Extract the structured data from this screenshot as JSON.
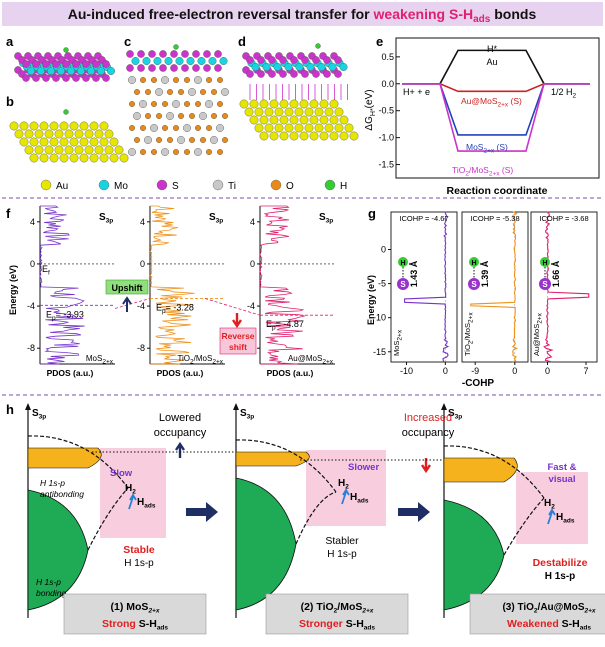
{
  "header": {
    "title_main": "Au-induced free-electron reversal transfer for ",
    "title_highlight": "weakening S-H",
    "title_sub": "ads",
    "title_end": " bonds"
  },
  "panel_labels": {
    "a": "a",
    "b": "b",
    "c": "c",
    "d": "d",
    "e": "e",
    "f": "f",
    "g": "g",
    "h": "h"
  },
  "legend": [
    {
      "name": "Au",
      "color": "#e6e600"
    },
    {
      "name": "Mo",
      "color": "#19d4e0"
    },
    {
      "name": "S",
      "color": "#cc33cc"
    },
    {
      "name": "Ti",
      "color": "#c8c8c8"
    },
    {
      "name": "O",
      "color": "#e88a1a"
    },
    {
      "name": "H",
      "color": "#33cc33"
    }
  ],
  "panel_e": {
    "ylabel": "ΔG",
    "ylabel_sub": "H*",
    "ylabel_unit": "(eV)",
    "xlabel": "Reaction coordinate",
    "left_state": "H",
    "left_state_sup": "+",
    "left_state_end": " + e",
    "right_state": "1/2 H",
    "right_state_sub": "2",
    "ticks": [
      "0.5",
      "0.0",
      "-0.5",
      "-1.0",
      "-1.5"
    ],
    "ylim": [
      -1.75,
      0.85
    ],
    "curves": [
      {
        "name": "Au",
        "intermediate": 0.62,
        "color": "#111111"
      },
      {
        "name": "Au@MoS2+x (S)",
        "intermediate": -0.14,
        "color": "#cc2222"
      },
      {
        "name": "MoS2+x (S)",
        "intermediate": -0.95,
        "color": "#2244bb"
      },
      {
        "name": "TiO2/MoS2+x (S)",
        "intermediate": -1.25,
        "color": "#cc33cc"
      }
    ],
    "label_H": "H",
    "label_H_sup": "*",
    "label_Au": "Au",
    "label_AuMoS": "Au@MoS",
    "label_AuMoS_sub": "2+x",
    "label_AuMoS_end": " (S)",
    "label_MoS": "MoS",
    "label_MoS_sub": "2+x",
    "label_MoS_end": " (S)",
    "label_TiO": "TiO",
    "label_TiO_sub": "2",
    "label_TiO_mid": "/MoS",
    "label_TiO_sub2": "2+x",
    "label_TiO_end": " (S)"
  },
  "panel_f": {
    "ylabel": "Energy (eV)",
    "xlabel": "PDOS (a.u.)",
    "orbital": "S",
    "orbital_sub": "3p",
    "yticks": [
      "4",
      "0",
      "-4",
      "-8"
    ],
    "ylim": [
      -9.5,
      5.5
    ],
    "subpanels": [
      {
        "name": "MoS",
        "name_sub": "2+x",
        "color": "#7733cc",
        "ep_label": "E",
        "ep_sub": "p",
        "ep_value": "= -3.93",
        "ep": -3.93
      },
      {
        "name": "TiO",
        "name_sub": "2",
        "name_mid": "/MoS",
        "name_sub2": "2+x",
        "color": "#f0921a",
        "ep_label": "E",
        "ep_sub": "p",
        "ep_value": "= -3.28",
        "ep": -3.28
      },
      {
        "name": "Au@MoS",
        "name_sub": "2+x",
        "color": "#e0206e",
        "ep_label": "E",
        "ep_sub": "p",
        "ep_value": "= -4.87",
        "ep": -4.87
      }
    ],
    "ef_label": "E",
    "ef_sub": "f",
    "upshift": "Upshift",
    "reverse_line1": "Reverse",
    "reverse_line2": "shift"
  },
  "panel_g": {
    "ylabel": "Energy (eV)",
    "xlabel": "-COHP",
    "yticks": [
      "0",
      "-5",
      "-10",
      "-15"
    ],
    "ylim": [
      -16.5,
      5.5
    ],
    "subpanels": [
      {
        "icohp": "ICOHP = -4.67",
        "bond": "1.43 Å",
        "name": "MoS",
        "name_sub": "2+x",
        "color": "#7733cc",
        "xticks": [
          "-10",
          "0"
        ],
        "xlim": [
          -14,
          3
        ]
      },
      {
        "icohp": "ICOHP = -5.38",
        "bond": "1.39 Å",
        "name": "TiO",
        "name_sub": "2",
        "name_mid": "/MoS",
        "name_sub2": "2+x",
        "color": "#f0921a",
        "xticks": [
          "-9",
          "0"
        ],
        "xlim": [
          -12,
          3
        ]
      },
      {
        "icohp": "ICOHP = -3.68",
        "bond": "1.66 Å",
        "name": "Au@MoS",
        "name_sub": "2+x",
        "color": "#e0206e",
        "xticks": [
          "0",
          "7"
        ],
        "xlim": [
          -3,
          9
        ]
      }
    ],
    "atom_H": "H",
    "atom_S": "S"
  },
  "panel_h": {
    "orbital": "S",
    "orbital_sub": "3p",
    "lowered_line1": "Lowered",
    "lowered_line2": "occupancy",
    "increased_line1": "Increased",
    "increased_line2": "occupancy",
    "slow": "Slow",
    "slower": "Slower",
    "fast_line1": "Fast &",
    "fast_line2": "visual",
    "h2": "H",
    "h2_sub": "2",
    "hads": "H",
    "hads_sub": "ads",
    "antibonding_line1": "H 1s-p",
    "antibonding_line2": "antibonding",
    "bonding_line1": "H 1s-p",
    "bonding_line2": "bonding",
    "stable_word1": "Stable",
    "stable_word2": "H 1s-p",
    "stabler_word1": "Stabler",
    "stabler_word2": "H 1s-p",
    "destab_word1": "Destabilize",
    "destab_word2": "H 1s-p",
    "box1_line1": "(1) MoS",
    "box1_line1_sub": "2+x",
    "box1_line2_a": "Strong",
    "box1_line2_b": " S-H",
    "box1_line2_sub": "ads",
    "box2_line1": "(2) TiO",
    "box2_line1_sub": "2",
    "box2_line1_mid": "/MoS",
    "box2_line1_sub2": "2+x",
    "box2_line2_a": "Stronger",
    "box2_line2_b": " S-H",
    "box2_line2_sub": "ads",
    "box3_line1": "(3) TiO",
    "box3_line1_sub": "2",
    "box3_line1_mid": "/Au@MoS",
    "box3_line1_sub2": "2+x",
    "box3_line2_a": "Weakened",
    "box3_line2_b": " S-H",
    "box3_line2_sub": "ads"
  },
  "colors": {
    "header_bg": "#e7d3ef",
    "highlight": "#e0206e",
    "orange_fill": "#f5b21c",
    "green_fill": "#1faa55",
    "pink_box": "#f7c6d9",
    "navy_arrow": "#1f2f66",
    "red_text": "#e02020",
    "upshift_bg": "#8de07a"
  }
}
